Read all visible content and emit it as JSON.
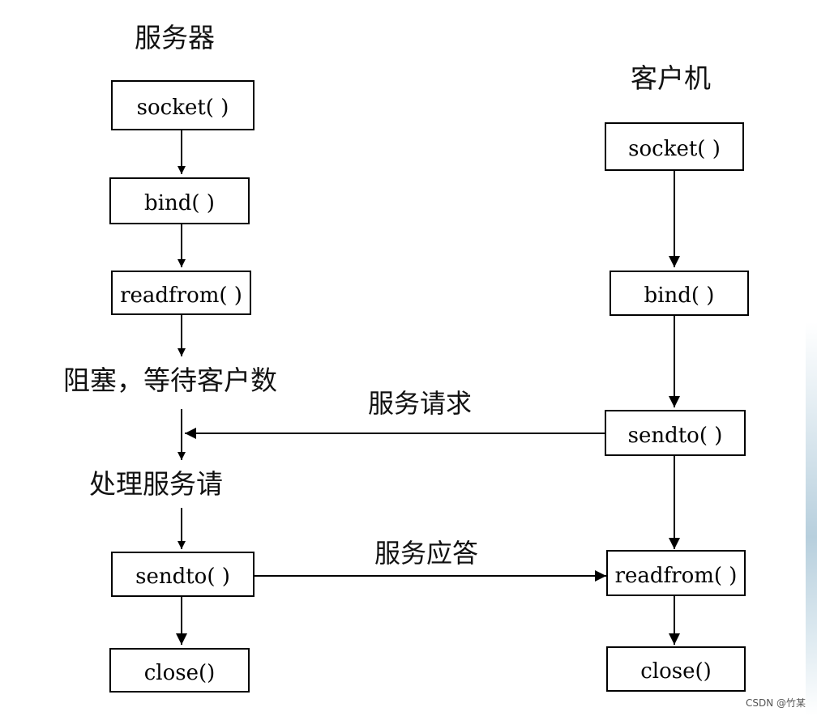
{
  "server": {
    "title": "服务器",
    "steps": [
      "socket( )",
      "bind( )",
      "readfrom( )",
      "sendto( )",
      "close()"
    ],
    "notes": [
      "阻塞，等待客户数",
      "处理服务请"
    ]
  },
  "client": {
    "title": "客户机",
    "steps": [
      "socket( )",
      "bind( )",
      "sendto( )",
      "readfrom( )",
      "close()"
    ]
  },
  "messages": {
    "request": "服务请求",
    "response": "服务应答"
  },
  "watermark": "CSDN @竹某"
}
